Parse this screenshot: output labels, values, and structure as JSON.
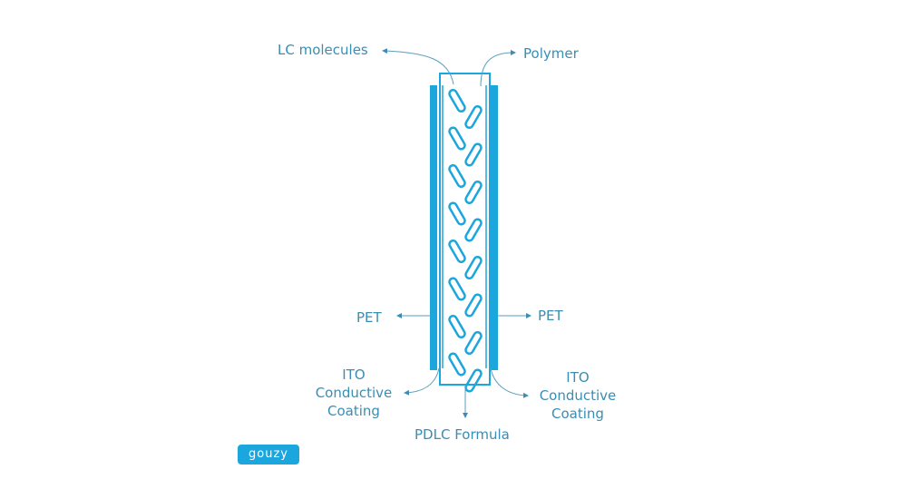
{
  "labels": {
    "lc_molecules": "LC molecules",
    "polymer": "Polymer",
    "pet_left": "PET",
    "pet_right": "PET",
    "ito_left": [
      "ITO",
      "Conductive",
      "Coating"
    ],
    "ito_right": [
      "ITO",
      "Conductive",
      "Coating"
    ],
    "pdlc_formula": "PDLC Formula"
  },
  "logo": "gouzy",
  "colors": {
    "shape": "#1ba6de",
    "text": "#3b8db3",
    "line": "#5a9ec0"
  }
}
